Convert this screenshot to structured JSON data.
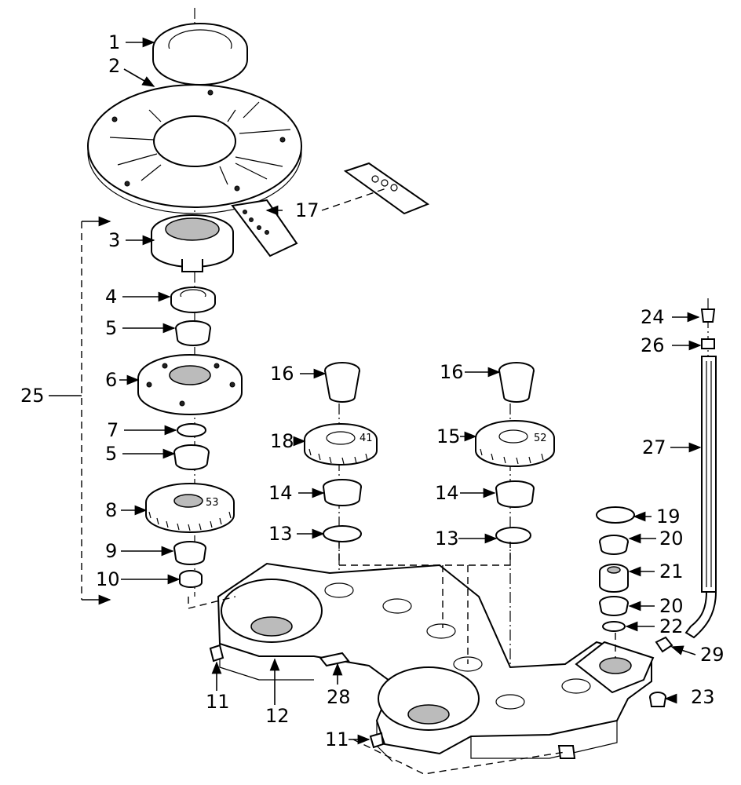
{
  "callouts": [
    "1",
    "2",
    "3",
    "4",
    "5",
    "6",
    "7",
    "5",
    "8",
    "9",
    "10",
    "11",
    "12",
    "28",
    "11",
    "13",
    "14",
    "18",
    "16",
    "13",
    "14",
    "15",
    "16",
    "17",
    "19",
    "20",
    "21",
    "20",
    "22",
    "23",
    "24",
    "26",
    "27",
    "29",
    "25"
  ],
  "gear_markings": {
    "gear_8": "53",
    "gear_18": "41",
    "gear_15": "52"
  }
}
